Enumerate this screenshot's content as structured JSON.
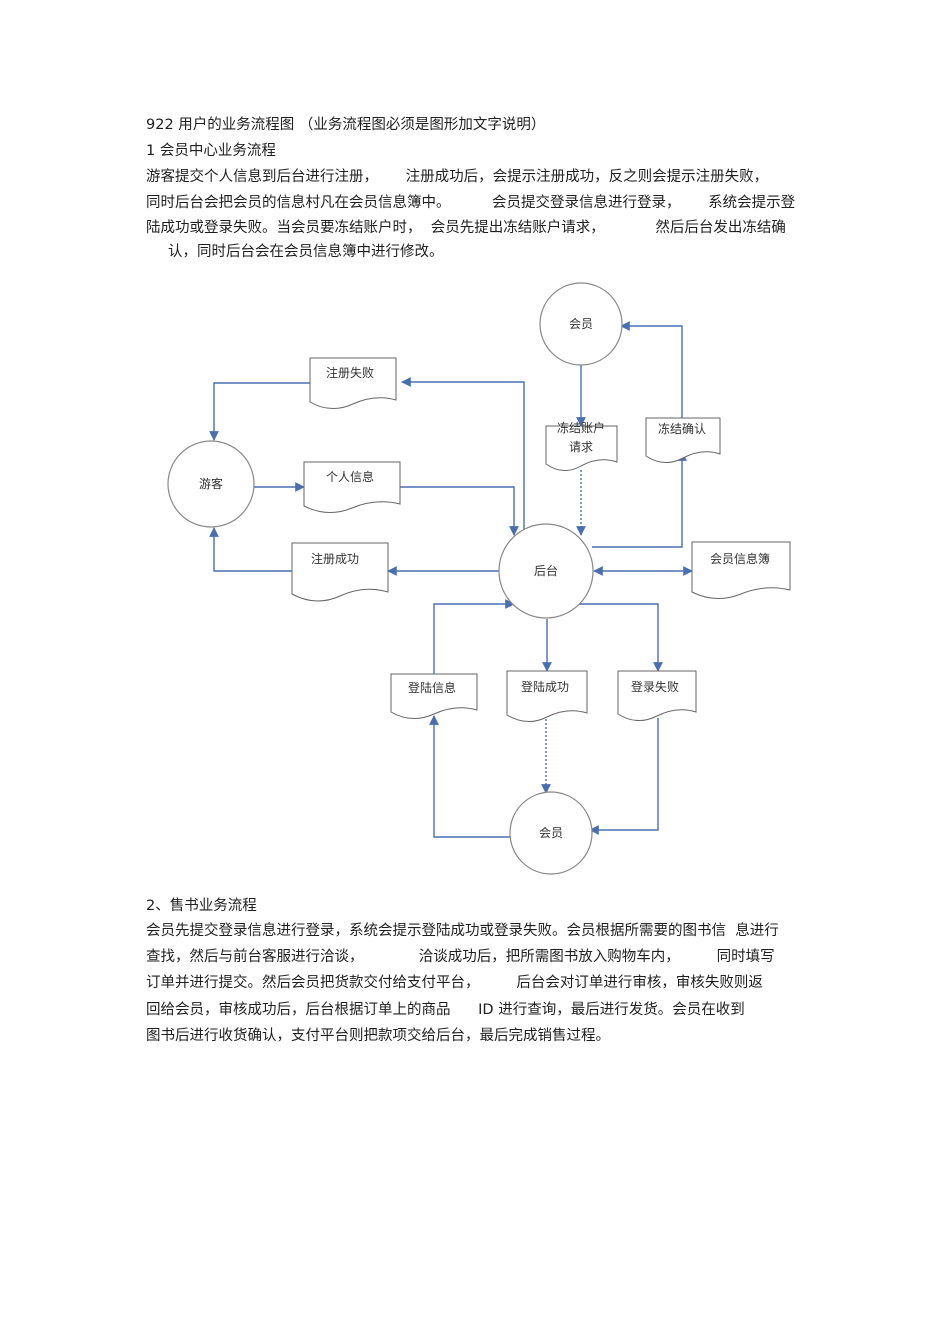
{
  "document": {
    "heading": "922 用户的业务流程图 （业务流程图必须是图形加文字说明）",
    "section1": {
      "title": "1 会员中心业务流程",
      "lines": [
        "游客提交个人信息到后台进行注册，      注册成功后，会提示注册成功，反之则会提示注册失败，",
        "同时后台会把会员的信息村凡在会员信息簿中。         会员提交登录信息进行登录，      系统会提示登",
        "陆成功或登录失败。当会员要冻结账户时，  会员先提出冻结账户请求，           然后后台发出冻结确",
        "认，同时后台会在会员信息簿中进行修改。"
      ]
    },
    "diagram": {
      "nodes": {
        "member_top": "会员",
        "tourist": "游客",
        "backend": "后台",
        "member_bottom": "会员"
      },
      "docs": {
        "register_fail": "注册失败",
        "personal_info": "个人信息",
        "register_success": "注册成功",
        "freeze_request": [
          "冻结账户",
          "请求"
        ],
        "freeze_confirm": "冻结确认",
        "member_book": "会员信息簿",
        "login_info": "登陆信息",
        "login_success": "登陆成功",
        "login_fail": "登录失败"
      }
    },
    "section2": {
      "title": "2、售书业务流程",
      "lines": [
        "会员先提交登录信息进行登录，系统会提示登陆成功或登录失败。会员根据所需要的图书信  息进行",
        "查找，然后与前台客服进行洽谈，            洽谈成功后，把所需图书放入购物车内，        同时填写",
        "订单并进行提交。然后会员把货款交付给支付平台，        后台会对订单进行审核，审核失败则返",
        "回给会员，审核成功后，后台根据订单上的商品      ID 进行查询，最后进行发货。会员在收到",
        "图书后进行收货确认，支付平台则把款项交给后台，最后完成销售过程。"
      ]
    }
  }
}
